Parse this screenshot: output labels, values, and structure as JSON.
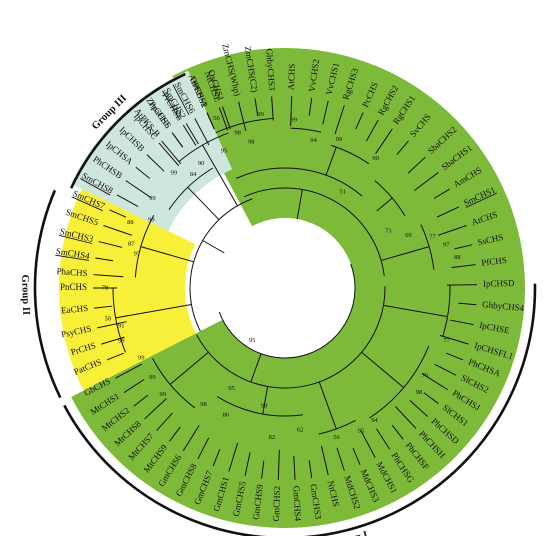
{
  "colors": {
    "group1": "#7dba3a",
    "group2": "#f8ef38",
    "group3": "#cfe6dd",
    "ink": "#111111",
    "highlight": "#d81f1f"
  },
  "groups": [
    {
      "name": "Group I",
      "start": 88,
      "end": 243
    },
    {
      "name": "Group II",
      "start": 243,
      "end": 294
    },
    {
      "name": "Group III",
      "start": 294,
      "end": 336
    }
  ],
  "leaves": [
    {
      "label": "OsCHS2",
      "angle": 336
    },
    {
      "label": "OsCHS1",
      "angle": 341
    },
    {
      "label": "ZmCHS(Whp)",
      "angle": 346
    },
    {
      "label": "ZmCHS(C2)",
      "angle": 351
    },
    {
      "label": "GhbyCHS3",
      "angle": 356
    },
    {
      "label": "AtCHS",
      "angle": 2
    },
    {
      "label": "VvCHS2",
      "angle": 8
    },
    {
      "label": "VvCHS1",
      "angle": 13
    },
    {
      "label": "RgCHS3",
      "angle": 18
    },
    {
      "label": "PcCHS",
      "angle": 24
    },
    {
      "label": "RgCHS2",
      "angle": 29
    },
    {
      "label": "RgCHS1",
      "angle": 34
    },
    {
      "label": "SvCHS",
      "angle": 40
    },
    {
      "label": "SbaCHS2",
      "angle": 47
    },
    {
      "label": "SbaCHS1",
      "angle": 53
    },
    {
      "label": "AmCHS",
      "angle": 59
    },
    {
      "label": "SmCHS1",
      "angle": 65,
      "hl": true
    },
    {
      "label": "AtCHS",
      "angle": 71
    },
    {
      "label": "SsCHS",
      "angle": 77
    },
    {
      "label": "PfCHS",
      "angle": 83
    },
    {
      "label": "IpCHSD",
      "angle": 89
    },
    {
      "label": "GhbyCHS4",
      "angle": 95
    },
    {
      "label": "IpCHSE",
      "angle": 101
    },
    {
      "label": "IpCHSFL1",
      "angle": 107
    },
    {
      "label": "PhCHSA",
      "angle": 112
    },
    {
      "label": "SlCHS2",
      "angle": 117
    },
    {
      "label": "PhCHSJ",
      "angle": 122
    },
    {
      "label": "SlCHS1",
      "angle": 127
    },
    {
      "label": "PhCHSD",
      "angle": 132
    },
    {
      "label": "PhCHSH",
      "angle": 137
    },
    {
      "label": "PhCHSF",
      "angle": 142
    },
    {
      "label": "PhCHSG",
      "angle": 147
    },
    {
      "label": "MdCHS1",
      "angle": 152
    },
    {
      "label": "MdCHS3",
      "angle": 157
    },
    {
      "label": "MdCHS2",
      "angle": 162
    },
    {
      "label": "NtCHS",
      "angle": 167
    },
    {
      "label": "GmCHS3",
      "angle": 172
    },
    {
      "label": "GmCHS4",
      "angle": 177
    },
    {
      "label": "GmCHS2",
      "angle": 182
    },
    {
      "label": "GmCHS9",
      "angle": 187
    },
    {
      "label": "GmCHS5",
      "angle": 192
    },
    {
      "label": "GmCHS1",
      "angle": 197
    },
    {
      "label": "GmCHS7",
      "angle": 202
    },
    {
      "label": "GmCHS8",
      "angle": 207
    },
    {
      "label": "GmCHS6",
      "angle": 212
    },
    {
      "label": "MtCHS9",
      "angle": 217
    },
    {
      "label": "MtCHS7",
      "angle": 222
    },
    {
      "label": "MtCHS8",
      "angle": 227
    },
    {
      "label": "MtCHS2",
      "angle": 232
    },
    {
      "label": "MtCHS1",
      "angle": 237
    },
    {
      "label": "GbCHS",
      "angle": 242
    },
    {
      "label": "PatCHS",
      "angle": 248
    },
    {
      "label": "PrCHS",
      "angle": 253
    },
    {
      "label": "PsyCHS",
      "angle": 258
    },
    {
      "label": "EaCHS",
      "angle": 264
    },
    {
      "label": "PnCHS",
      "angle": 270
    },
    {
      "label": "PhaCHS",
      "angle": 274
    },
    {
      "label": "SmCHS4",
      "angle": 279,
      "hl": true
    },
    {
      "label": "SmCHS3",
      "angle": 284,
      "hl": true
    },
    {
      "label": "SmCHS5",
      "angle": 289
    },
    {
      "label": "SmCHS7",
      "angle": 294,
      "hl": true
    },
    {
      "label": "SmCHS8",
      "angle": 299,
      "hl": true
    },
    {
      "label": "PhCHSB",
      "angle": 304
    },
    {
      "label": "IpCHSA",
      "angle": 309
    },
    {
      "label": "IpCHSB",
      "angle": 314
    },
    {
      "label": "IpCHSC",
      "angle": 319
    },
    {
      "label": "PpaCHS",
      "angle": 324
    },
    {
      "label": "SmCHS2",
      "angle": 329,
      "hl": true
    },
    {
      "label": "AtPKS-B",
      "angle": 320
    },
    {
      "label": "ZmCHSL",
      "angle": 324
    },
    {
      "label": "PrCHSL",
      "angle": 328
    },
    {
      "label": "SmCHS6",
      "angle": 332,
      "hl": true
    },
    {
      "label": "AtPKS-A",
      "angle": 336
    },
    {
      "label": "NtCHSL",
      "angle": 340
    }
  ],
  "bootstraps": [
    {
      "value": "99",
      "angle": 352,
      "r": 175
    },
    {
      "value": "99",
      "angle": 3,
      "r": 168
    },
    {
      "value": "94",
      "angle": 11,
      "r": 150
    },
    {
      "value": "99",
      "angle": 20,
      "r": 158
    },
    {
      "value": "51",
      "angle": 31,
      "r": 112
    },
    {
      "value": "90",
      "angle": 35,
      "r": 158
    },
    {
      "value": "73",
      "angle": 61,
      "r": 118
    },
    {
      "value": "60",
      "angle": 67,
      "r": 134
    },
    {
      "value": "77",
      "angle": 71,
      "r": 156
    },
    {
      "value": "97",
      "angle": 75,
      "r": 167
    },
    {
      "value": "88",
      "angle": 80,
      "r": 175
    },
    {
      "value": "77",
      "angle": 108,
      "r": 170
    },
    {
      "value": "76",
      "angle": 122,
      "r": 165
    },
    {
      "value": "98",
      "angle": 128,
      "r": 170
    },
    {
      "value": "94",
      "angle": 146,
      "r": 160
    },
    {
      "value": "95",
      "angle": 152,
      "r": 162
    },
    {
      "value": "56",
      "angle": 161,
      "r": 158
    },
    {
      "value": "62",
      "angle": 174,
      "r": 143
    },
    {
      "value": "82",
      "angle": 185,
      "r": 150
    },
    {
      "value": "99",
      "angle": 190,
      "r": 120
    },
    {
      "value": "86",
      "angle": 205,
      "r": 140
    },
    {
      "value": "95",
      "angle": 208,
      "r": 114
    },
    {
      "value": "98",
      "angle": 215,
      "r": 142
    },
    {
      "value": "99",
      "angle": 229,
      "r": 162
    },
    {
      "value": "99",
      "angle": 236,
      "r": 160
    },
    {
      "value": "99",
      "angle": 244,
      "r": 160
    },
    {
      "value": "99",
      "angle": 252,
      "r": 172
    },
    {
      "value": "91",
      "angle": 257,
      "r": 168
    },
    {
      "value": "50",
      "angle": 260,
      "r": 180
    },
    {
      "value": "78",
      "angle": 270,
      "r": 180
    },
    {
      "value": "95",
      "angle": 212,
      "r": 62
    },
    {
      "value": "97",
      "angle": 283,
      "r": 152
    },
    {
      "value": "87",
      "angle": 286,
      "r": 160
    },
    {
      "value": "88",
      "angle": 293,
      "r": 168
    },
    {
      "value": "99",
      "angle": 297,
      "r": 150
    },
    {
      "value": "99",
      "angle": 304,
      "r": 160
    },
    {
      "value": "99",
      "angle": 316,
      "r": 160
    },
    {
      "value": "84",
      "angle": 321,
      "r": 146
    },
    {
      "value": "90",
      "angle": 326,
      "r": 150
    },
    {
      "value": "95",
      "angle": 336,
      "r": 150
    },
    {
      "value": "50",
      "angle": 338,
      "r": 183
    },
    {
      "value": "98",
      "angle": 343,
      "r": 162
    },
    {
      "value": "98",
      "angle": 347,
      "r": 150
    }
  ]
}
